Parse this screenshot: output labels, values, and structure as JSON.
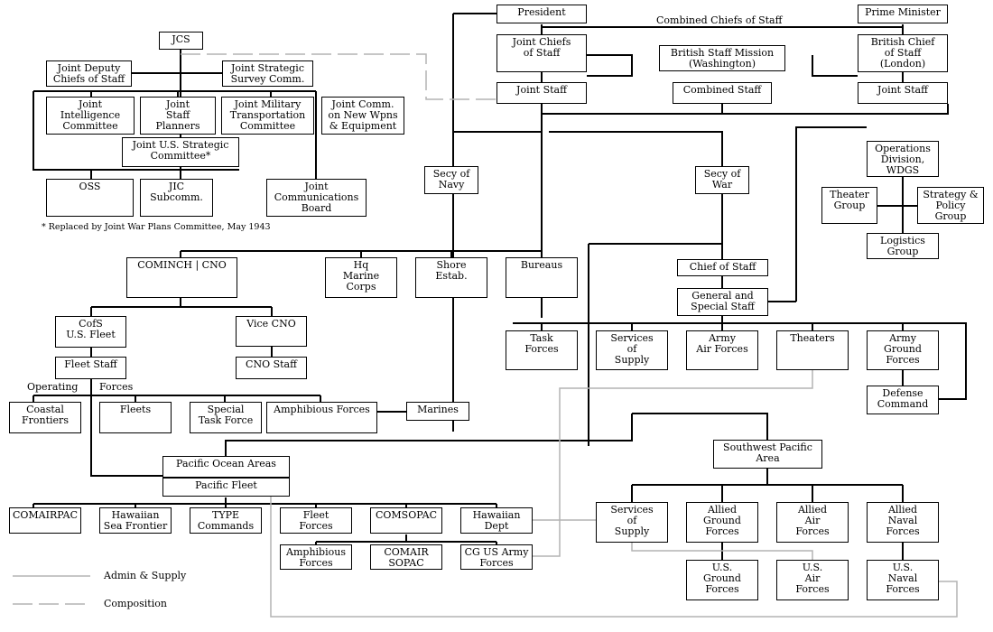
{
  "boxes": {
    "jcs": "JCS",
    "jdcs": "Joint Deputy\nChiefs of Staff",
    "jssc": "Joint Strategic\nSurvey Comm.",
    "jic": "Joint\nIntelligence\nCommittee",
    "jsp": "Joint\nStaff\nPlanners",
    "jmtc": "Joint Military\nTransportation\nCommittee",
    "jcnw": "Joint Comm.\non New Wpns\n& Equipment",
    "jussc": "Joint U.S. Strategic\nCommittee*",
    "oss": "OSS",
    "jicsub": "JIC\nSubcomm.",
    "jcb": "Joint\nCommunications\nBoard",
    "president": "President",
    "jcs2": "Joint Chiefs\nof Staff",
    "bsm": "British Staff Mission\n(Washington)",
    "pm": "Prime Minister",
    "bcs": "British Chief\nof Staff\n(London)",
    "jointstaff": "Joint Staff",
    "combinedstaff": "Combined Staff",
    "jointstaff2": "Joint Staff",
    "secnavy": "Secy of\nNavy",
    "secwar": "Secy of\nWar",
    "opsdiv": "Operations\nDivision,\nWDGS",
    "theatergroup": "Theater\nGroup",
    "strategy": "Strategy &\nPolicy\nGroup",
    "logistics": "Logistics\nGroup",
    "cominch": "COMINCH | CNO",
    "hqmarine": "Hq\nMarine\nCorps",
    "shore": "Shore\nEstab.",
    "bureaus": "Bureaus",
    "chiefofstaff": "Chief of Staff",
    "genstaff": "General and\nSpecial Staff",
    "cofs": "CofS\nU.S. Fleet",
    "vicecno": "Vice CNO",
    "fleetstaff": "Fleet Staff",
    "cnostaff": "CNO Staff",
    "taskforces": "Task\nForces",
    "sos": "Services\nof\nSupply",
    "aaf": "Army\nAir Forces",
    "theaters": "Theaters",
    "agf": "Army\nGround\nForces",
    "defense": "Defense\nCommand",
    "coastal": "Coastal\nFrontiers",
    "fleets": "Fleets",
    "stf": "Special\nTask Force",
    "amphib": "Amphibious Forces",
    "marines": "Marines",
    "poa": "Pacific Ocean Areas",
    "pacfleet": "Pacific Fleet",
    "swpa": "Southwest Pacific\nArea",
    "comairpac": "COMAIRPAC",
    "hawsea": "Hawaiian\nSea Frontier",
    "type": "TYPE\nCommands",
    "fleetforces": "Fleet\nForces",
    "comsopac": "COMSOPAC",
    "hawdept": "Hawaiian\nDept",
    "amphib2": "Amphibious\nForces",
    "comairsopac": "COMAIR\nSOPAC",
    "cgarmy": "CG US Army\nForces",
    "sos2": "Services\nof\nSupply",
    "agf2": "Allied\nGround\nForces",
    "aaf2": "Allied\nAir\nForces",
    "anf": "Allied\nNaval\nForces",
    "usgf": "U.S.\nGround\nForces",
    "usaf": "U.S.\nAir\nForces",
    "usnf": "U.S.\nNaval\nForces"
  },
  "labels": {
    "ccs": "Combined Chiefs of Staff",
    "footnote": "* Replaced by Joint War Plans Committee, May 1943",
    "operating": "Operating",
    "forces": "Forces",
    "legend_admin": "Admin & Supply",
    "legend_comp": "Composition"
  },
  "colors": {
    "line": "#000000",
    "admin": "#b4b4b4",
    "comp": "#b4b4b4"
  }
}
